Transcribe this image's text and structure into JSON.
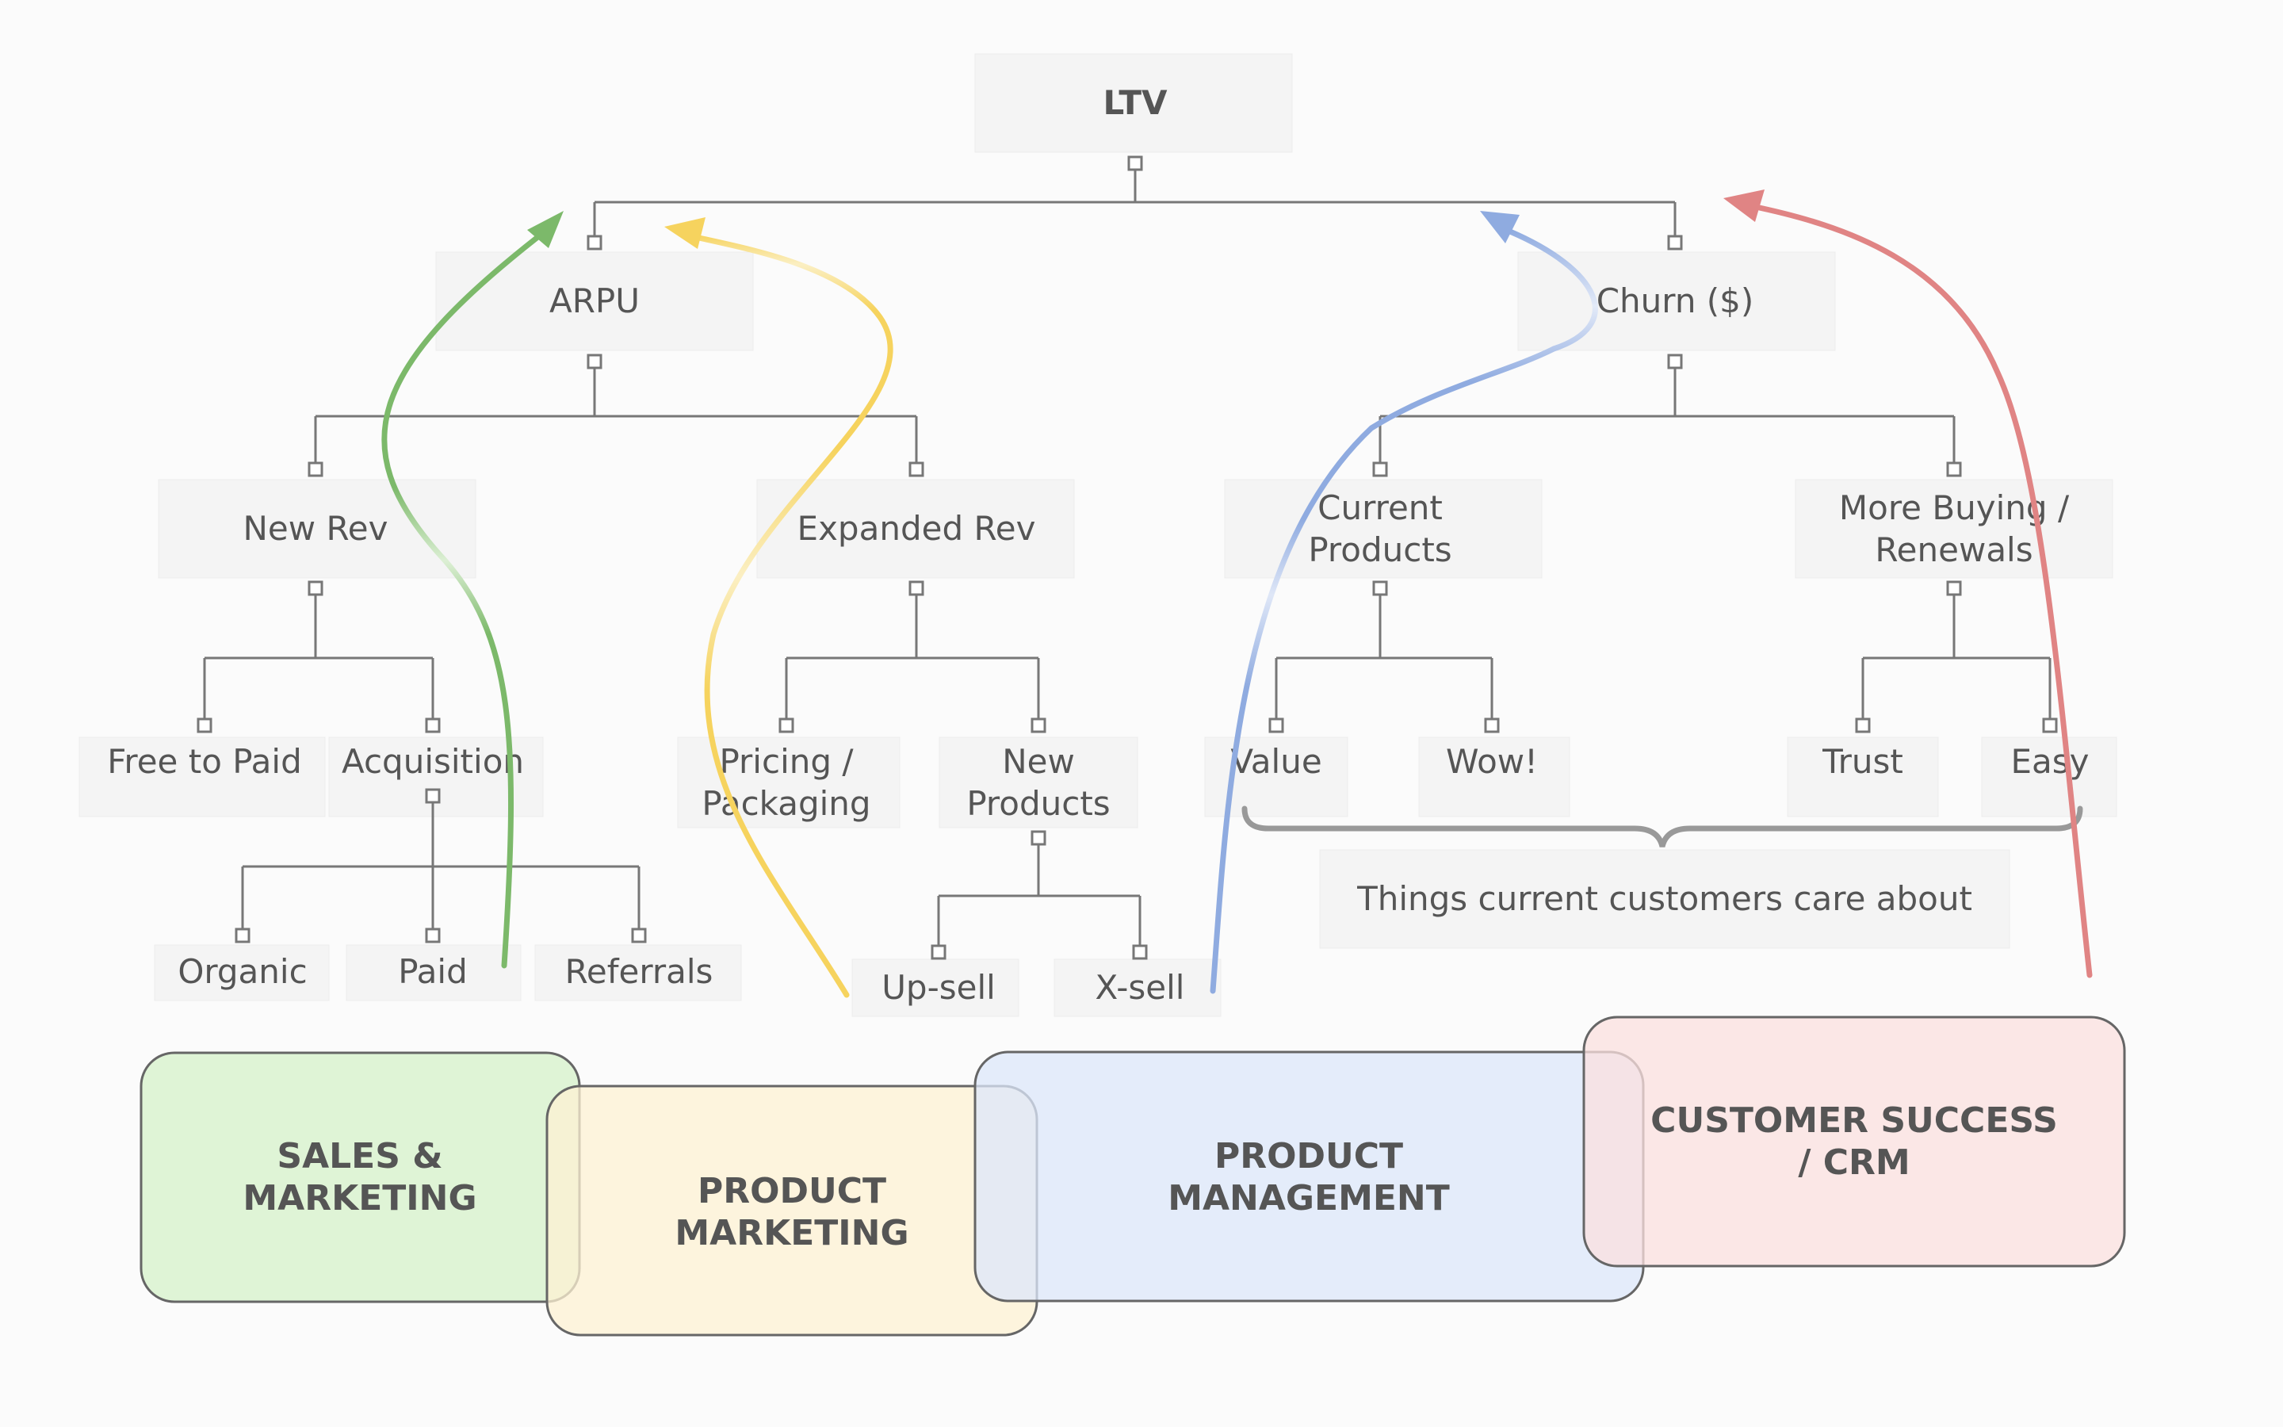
{
  "tree": {
    "root": "LTV",
    "arpu": "ARPU",
    "churn": "Churn ($)",
    "new_rev": "New Rev",
    "expanded_rev": "Expanded Rev",
    "current_products": [
      "Current",
      "Products"
    ],
    "more_buying": [
      "More Buying /",
      "Renewals"
    ],
    "free_to_paid": "Free to Paid",
    "acquisition": "Acquisition",
    "pricing": [
      "Pricing /",
      "Packaging"
    ],
    "new_products": [
      "New",
      "Products"
    ],
    "value": "Value",
    "wow": "Wow!",
    "trust": "Trust",
    "easy": "Easy",
    "organic": "Organic",
    "paid": "Paid",
    "referrals": "Referrals",
    "up_sell": "Up-sell",
    "x_sell": "X-sell"
  },
  "brace_label": "Things current customers care about",
  "teams": {
    "sales": [
      "SALES &",
      "MARKETING"
    ],
    "product_marketing": [
      "PRODUCT",
      "MARKETING"
    ],
    "product_management": [
      "PRODUCT",
      "MANAGEMENT"
    ],
    "customer_success": [
      "CUSTOMER SUCCESS",
      "/ CRM"
    ]
  },
  "colors": {
    "sales": "#7cb96a",
    "product_marketing": "#f6d35e",
    "product_management": "#8fabe0",
    "customer_success": "#e08484",
    "sales_fill": "#d9f2cf",
    "product_marketing_fill": "#fdf1d3",
    "product_management_fill": "#dce7fa",
    "customer_success_fill": "#fbe0df"
  }
}
